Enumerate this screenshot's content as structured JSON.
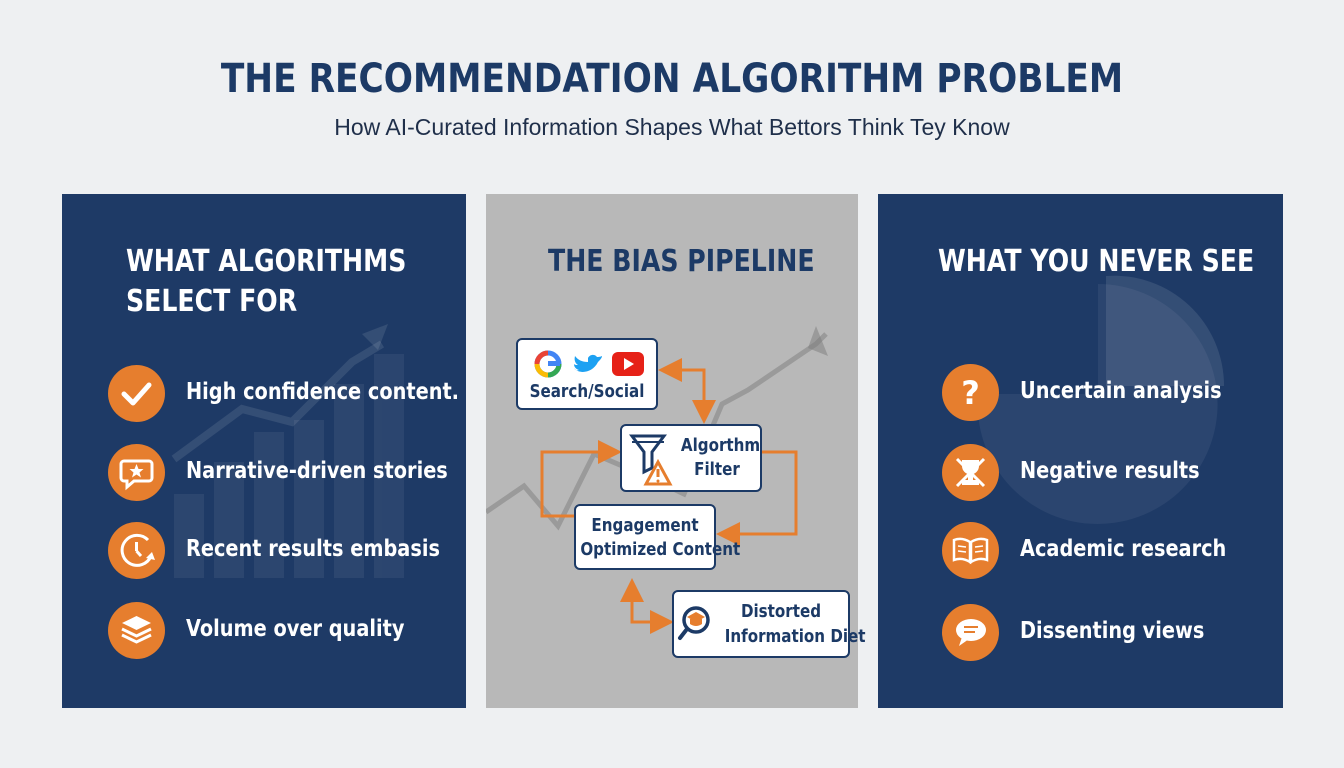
{
  "header": {
    "title": "THE RECOMMENDATION ALGORITHM PROBLEM",
    "subtitle": "How AI-Curated Information Shapes What Bettors Think Tey Know"
  },
  "left_panel": {
    "heading_line1": "WHAT ALGORITHMS",
    "heading_line2": "SELECT FOR",
    "items": [
      {
        "label": "High confidence content.",
        "icon": "checkmark-icon"
      },
      {
        "label": "Narrative-driven stories",
        "icon": "star-speech-bubble-icon"
      },
      {
        "label": "Recent results embasis",
        "icon": "clock-arrow-icon"
      },
      {
        "label": "Volume over quality",
        "icon": "stacked-layers-icon"
      }
    ]
  },
  "middle_panel": {
    "heading": "THE BIAS PIPELINE",
    "nodes": {
      "search": "Search/Social",
      "filter_line1": "Algorthm",
      "filter_line2": "Filter",
      "engagement_line1": "Engagement",
      "engagement_line2": "Optimized Content",
      "distorted_line1": "Distorted",
      "distorted_line2": "Information Diet"
    }
  },
  "right_panel": {
    "heading": "WHAT YOU NEVER SEE",
    "items": [
      {
        "label": "Uncertain analysis",
        "icon": "question-mark-icon"
      },
      {
        "label": "Negative results",
        "icon": "crossed-trophy-icon"
      },
      {
        "label": "Academic research",
        "icon": "open-book-icon"
      },
      {
        "label": "Dissenting views",
        "icon": "speech-bubble-icon"
      }
    ]
  },
  "colors": {
    "navy": "#1e3a66",
    "orange": "#e67e2e",
    "panel_gray": "#b8b8b8",
    "background": "#eef0f2"
  }
}
